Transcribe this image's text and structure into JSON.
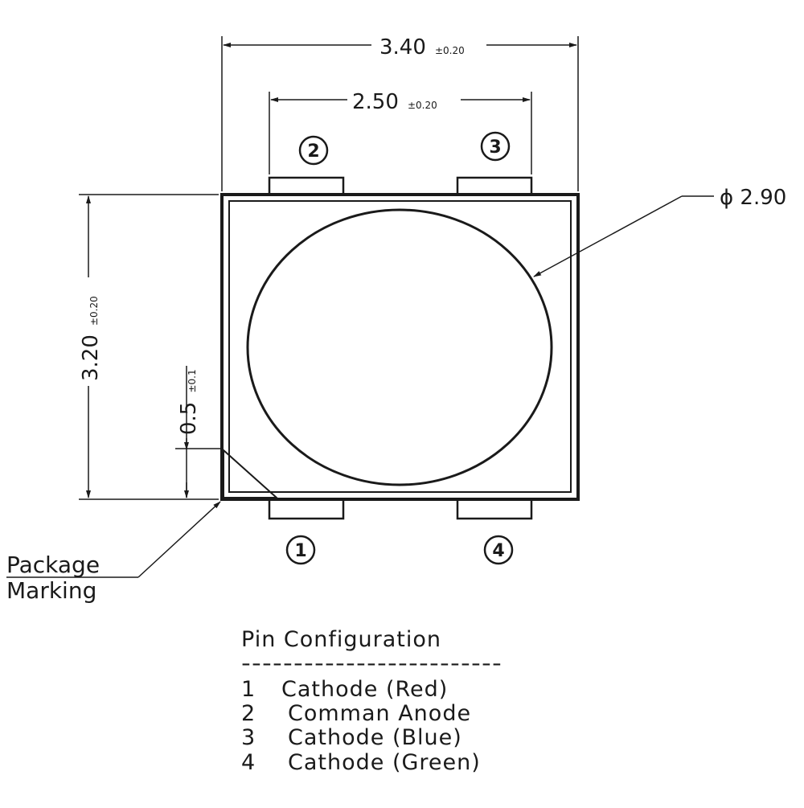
{
  "dimensions": {
    "width": {
      "value": "3.40",
      "tolerance": "±0.20"
    },
    "pin_pitch": {
      "value": "2.50",
      "tolerance": "±0.20"
    },
    "height": {
      "value": "3.20",
      "tolerance": "±0.20"
    },
    "marking": {
      "value": "0.5",
      "tolerance": "±0.1"
    },
    "lens_diameter": "ϕ 2.90"
  },
  "pins": [
    "1",
    "2",
    "3",
    "4"
  ],
  "callout": {
    "line1": "Package",
    "line2": "Marking"
  },
  "pin_configuration": {
    "title": "Pin Configuration",
    "separator": "-------------------------",
    "rows": [
      {
        "num": "1",
        "label": "Cathode (Red)"
      },
      {
        "num": "2",
        "label": "Comman Anode"
      },
      {
        "num": "3",
        "label": "Cathode (Blue)"
      },
      {
        "num": "4",
        "label": "Cathode (Green)"
      }
    ]
  },
  "colors": {
    "line": "#1a1a1a",
    "background": "#ffffff"
  }
}
